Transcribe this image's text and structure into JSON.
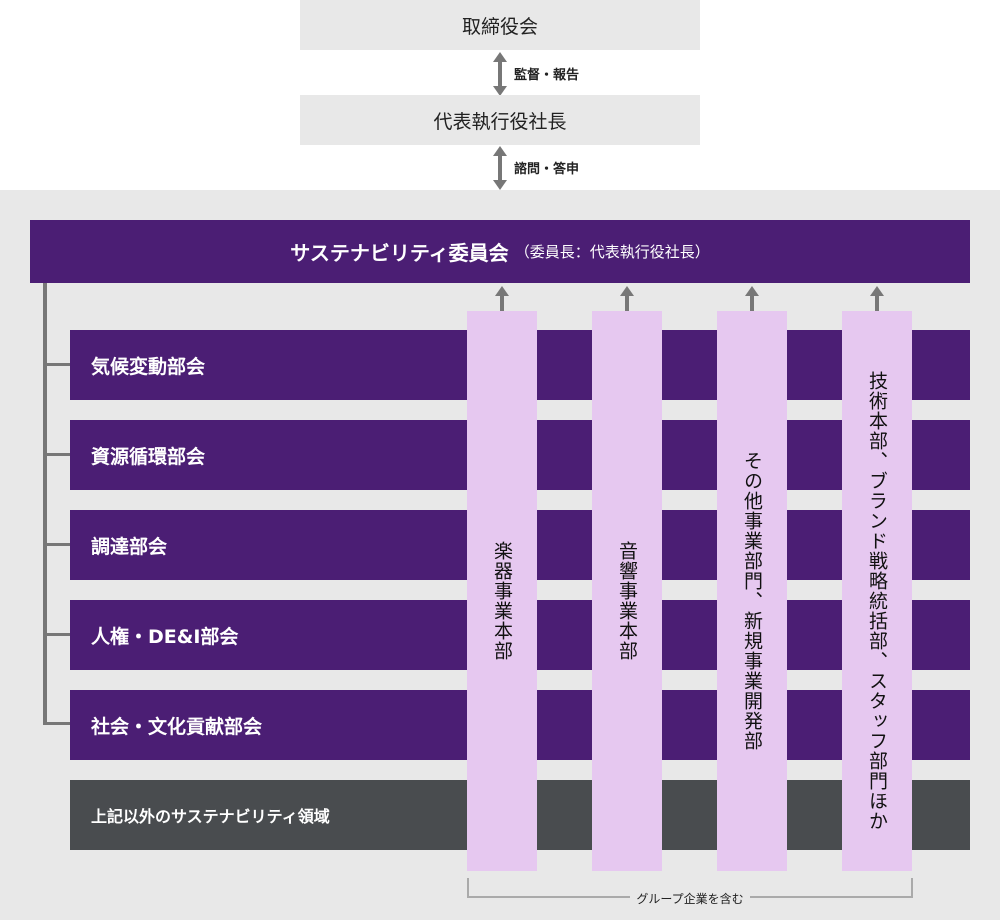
{
  "top": {
    "board": "取締役会",
    "ceo": "代表執行役社長",
    "arrow1_label": "監督・報告",
    "arrow2_label": "諮問・答申"
  },
  "committee": {
    "title": "サステナビリティ委員会",
    "subtitle": "（委員長：代表執行役社長）"
  },
  "subcommittees": [
    {
      "label": "気候変動部会"
    },
    {
      "label": "資源循環部会"
    },
    {
      "label": "調達部会"
    },
    {
      "label": "人権・DE&I部会"
    },
    {
      "label": "社会・文化貢献部会"
    },
    {
      "label": "上記以外のサステナビリティ領域"
    }
  ],
  "divisions": [
    {
      "label": "楽器事業本部"
    },
    {
      "label": "音響事業本部"
    },
    {
      "label": "その他事業部門、新規事業開発部"
    },
    {
      "label": "技術本部、ブランド戦略統括部、スタッフ部門ほか"
    }
  ],
  "bracket_label": "グループ企業を含む",
  "colors": {
    "purple": "#4b1e74",
    "dark_gray": "#494c4f",
    "lavender": "#e6c8f0",
    "light_gray": "#e8e8e8",
    "arrow_gray": "#777777"
  }
}
